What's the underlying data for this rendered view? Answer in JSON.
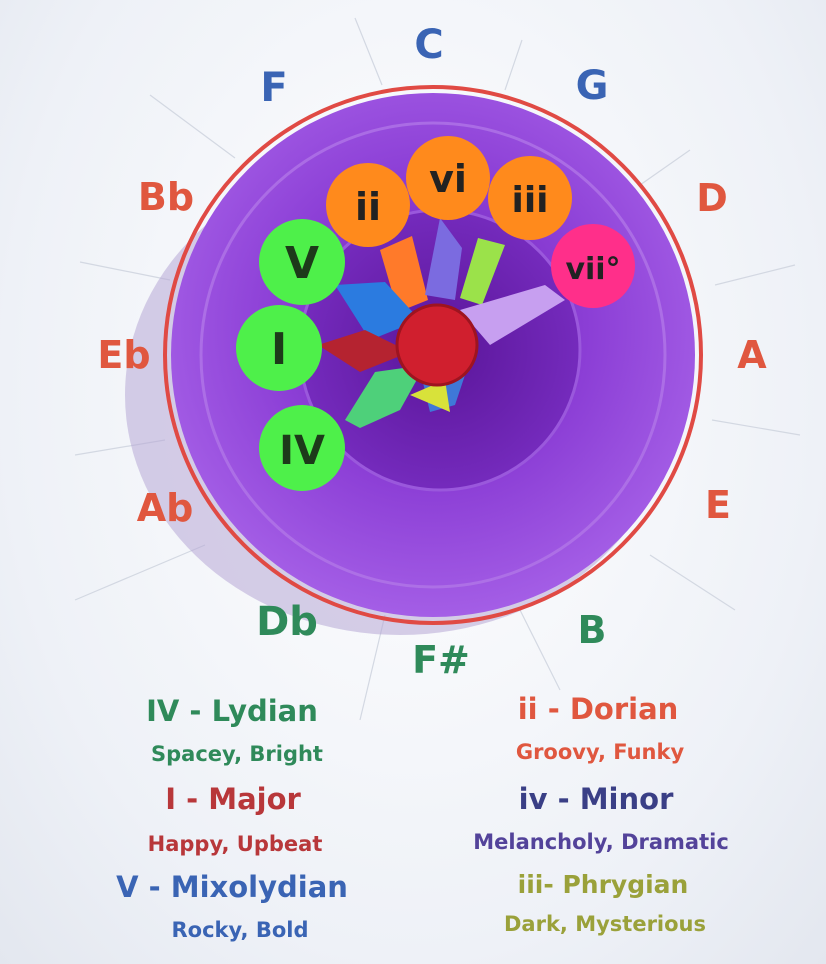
{
  "colors": {
    "blue": "#3a64b4",
    "red": "#e0573f",
    "green": "#2f8a5a",
    "crimson": "#b8373a",
    "navy": "#3a3f86",
    "purple_text": "#53439a",
    "olive": "#9aa13a",
    "disc": "#8a3fd0",
    "rim": "#e04a44"
  },
  "notes": [
    "C",
    "G",
    "D",
    "A",
    "E",
    "B",
    "F#",
    "Db",
    "Ab",
    "Eb",
    "Bb",
    "F"
  ],
  "tokens": [
    "vi",
    "iii",
    "vii°",
    "ii",
    "V",
    "I",
    "IV"
  ],
  "modes": [
    {
      "title": "IV - Lydian",
      "desc": "Spacey, Bright"
    },
    {
      "title": "I - Major",
      "desc": "Happy, Upbeat"
    },
    {
      "title": "V - Mixolydian",
      "desc": "Rocky, Bold"
    },
    {
      "title": "ii - Dorian",
      "desc": "Groovy, Funky"
    },
    {
      "title": "iv - Minor",
      "desc": "Melancholy, Dramatic"
    },
    {
      "title": "iii- Phrygian",
      "desc": "Dark, Mysterious"
    }
  ]
}
